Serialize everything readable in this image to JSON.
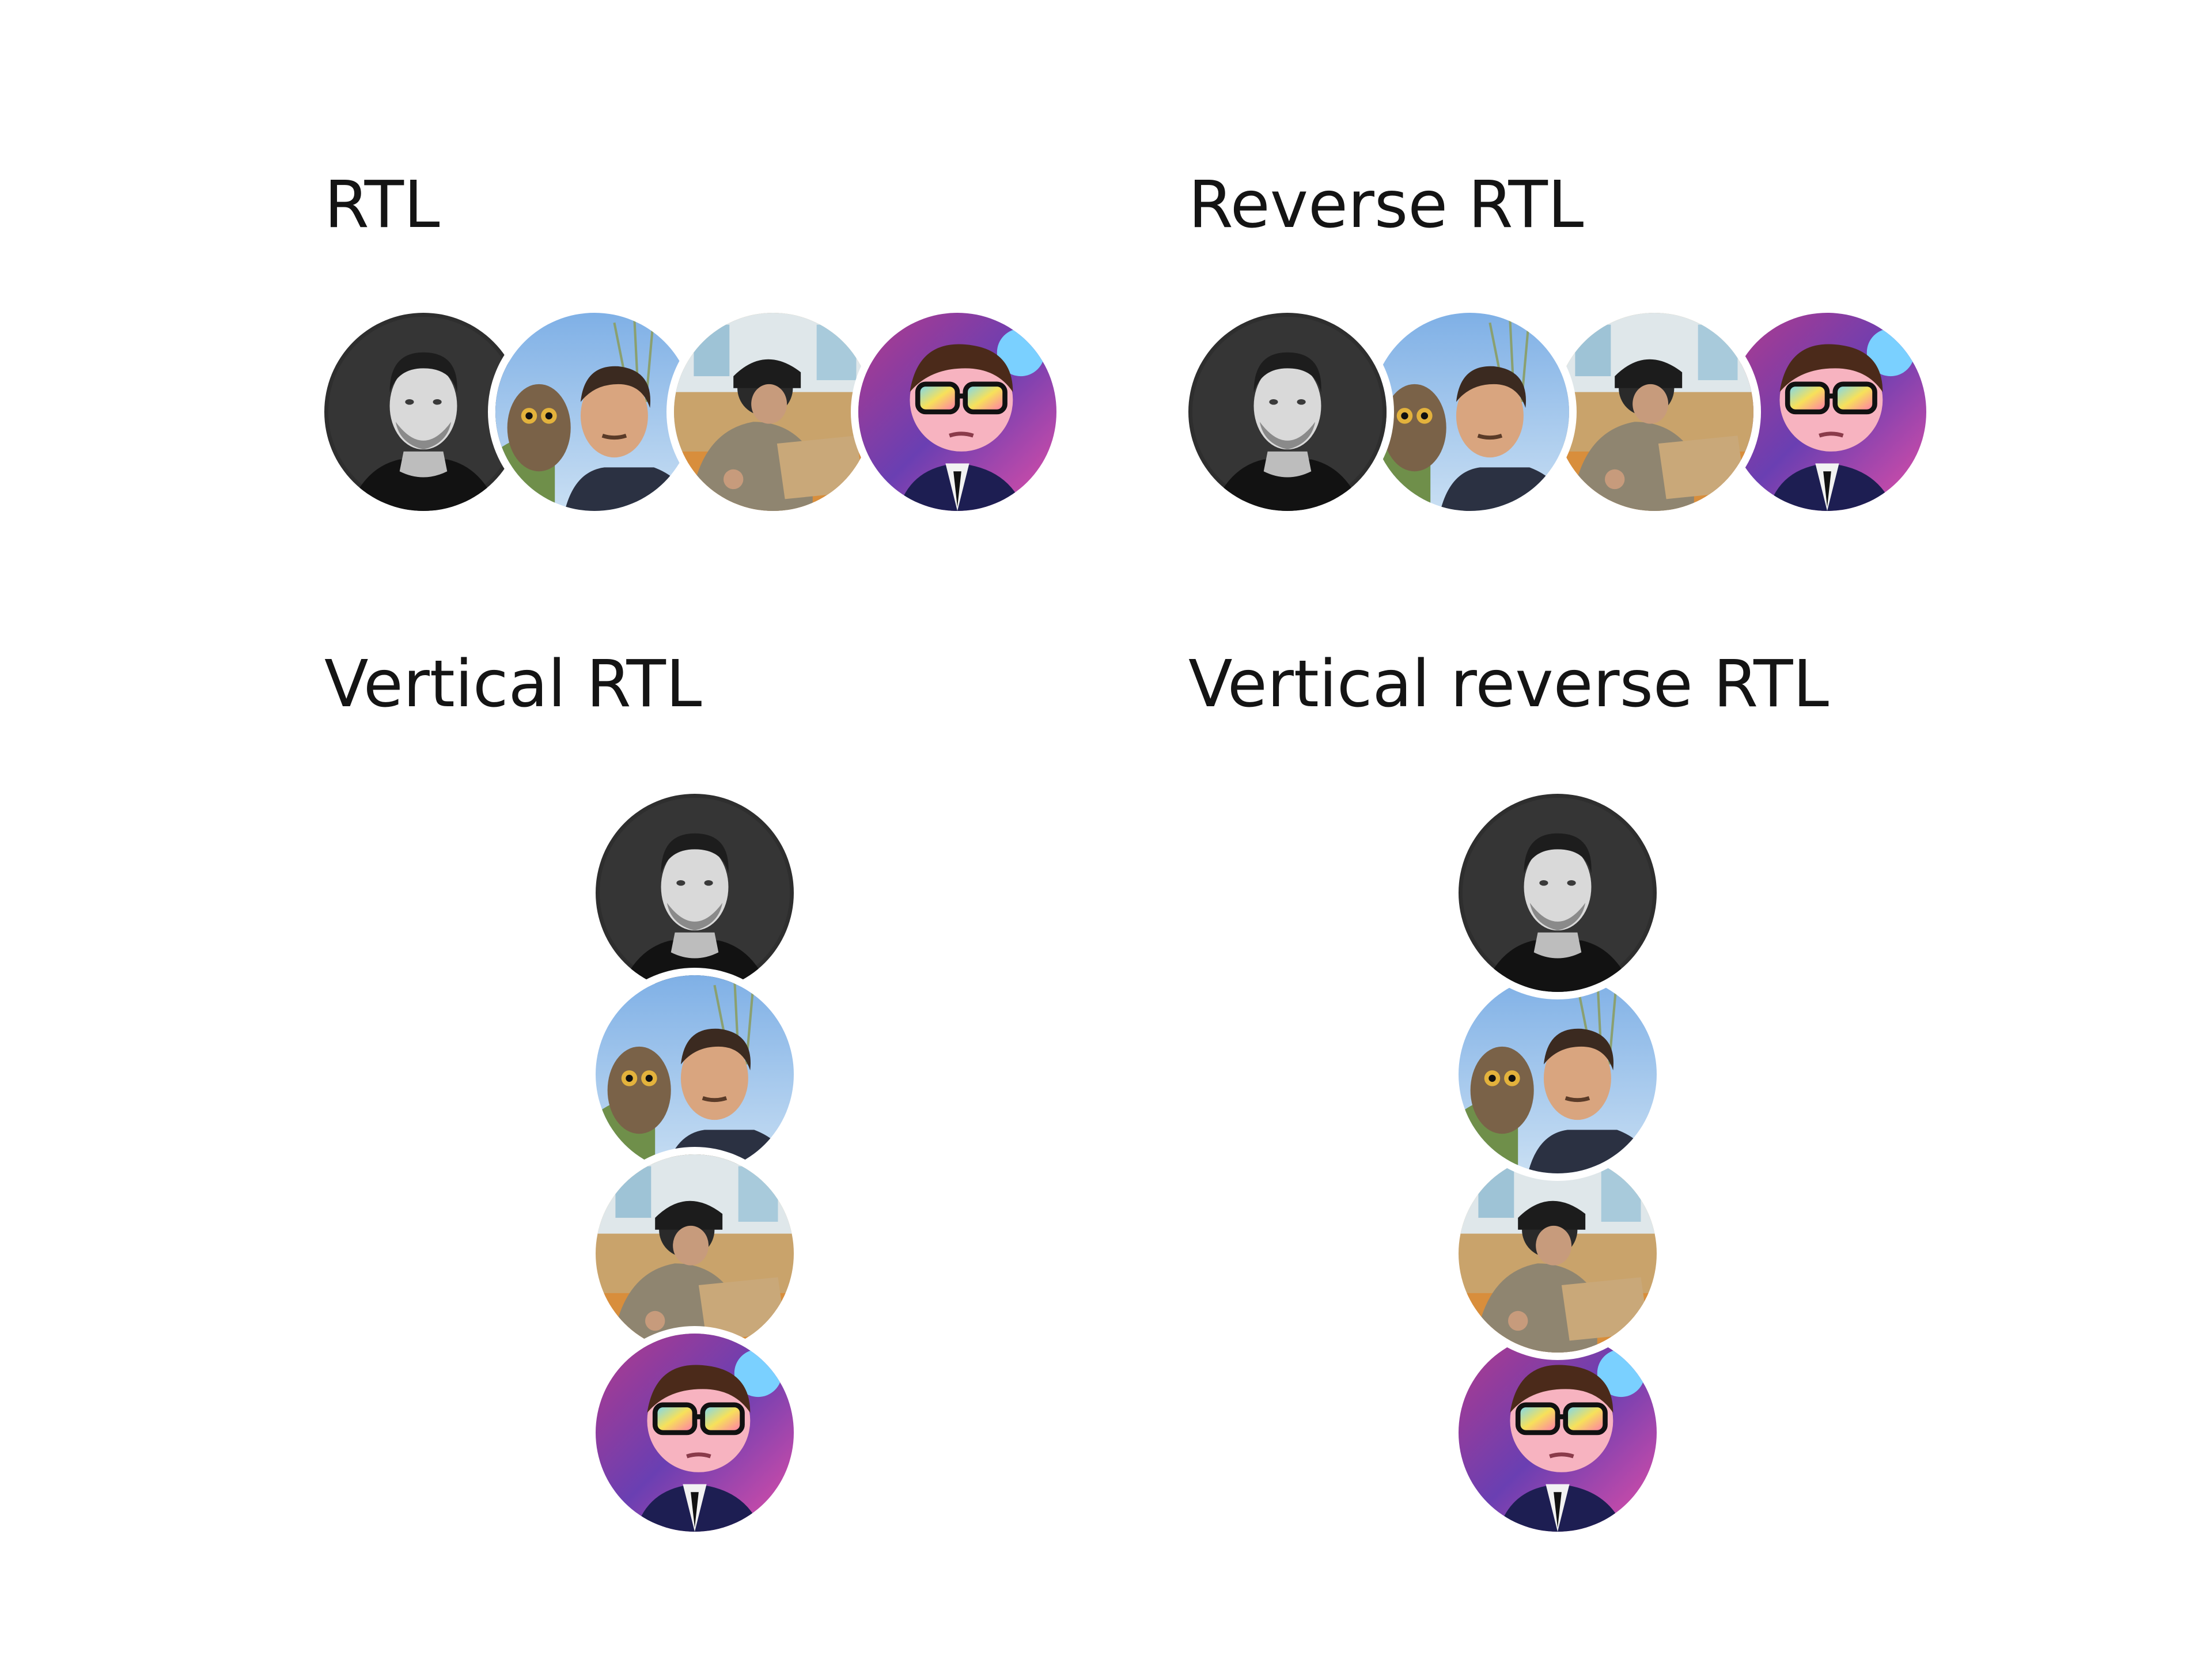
{
  "sections": [
    {
      "title": "RTL",
      "avatars": [
        {
          "name": "Man in black and white portrait",
          "icon": "person-bw-photo"
        },
        {
          "name": "Man with owl",
          "icon": "person-owl-photo"
        },
        {
          "name": "Person in cap at laptop",
          "icon": "person-laptop-photo"
        },
        {
          "name": "Cartoon character with sunglasses",
          "icon": "cartoon-avatar"
        }
      ]
    },
    {
      "title": "Reverse RTL",
      "avatars": [
        {
          "name": "Man in black and white portrait",
          "icon": "person-bw-photo"
        },
        {
          "name": "Man with owl",
          "icon": "person-owl-photo"
        },
        {
          "name": "Person in cap at laptop",
          "icon": "person-laptop-photo"
        },
        {
          "name": "Cartoon character with sunglasses",
          "icon": "cartoon-avatar"
        }
      ]
    },
    {
      "title": "Vertical RTL",
      "avatars": [
        {
          "name": "Man in black and white portrait",
          "icon": "person-bw-photo"
        },
        {
          "name": "Man with owl",
          "icon": "person-owl-photo"
        },
        {
          "name": "Person in cap at laptop",
          "icon": "person-laptop-photo"
        },
        {
          "name": "Cartoon character with sunglasses",
          "icon": "cartoon-avatar"
        }
      ]
    },
    {
      "title": "Vertical reverse RTL",
      "avatars": [
        {
          "name": "Man in black and white portrait",
          "icon": "person-bw-photo"
        },
        {
          "name": "Man with owl",
          "icon": "person-owl-photo"
        },
        {
          "name": "Person in cap at laptop",
          "icon": "person-laptop-photo"
        },
        {
          "name": "Cartoon character with sunglasses",
          "icon": "cartoon-avatar"
        }
      ]
    }
  ]
}
